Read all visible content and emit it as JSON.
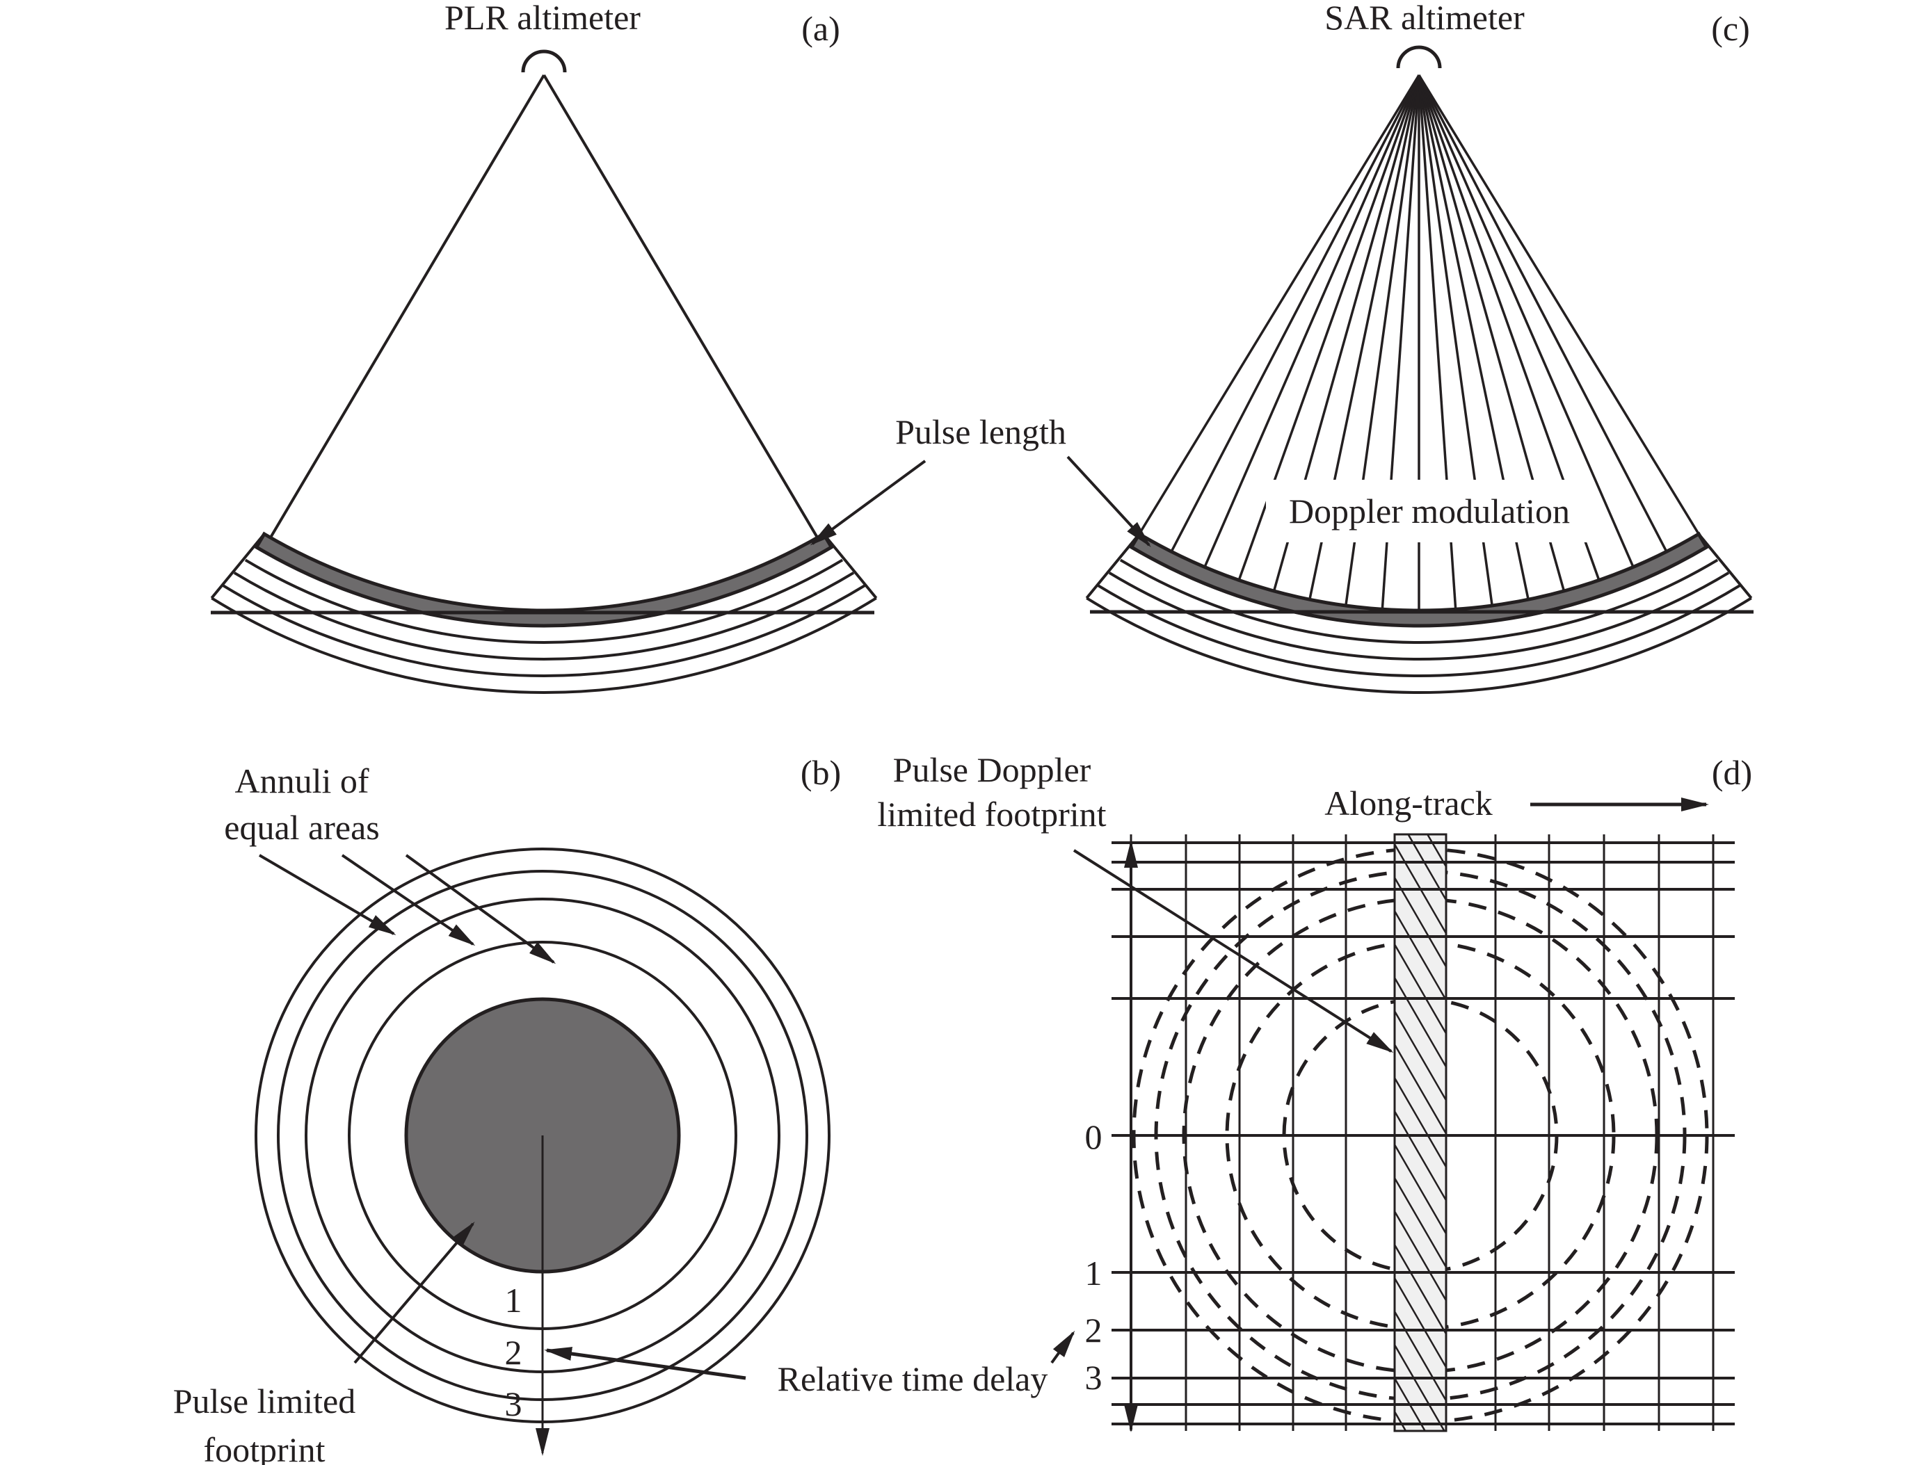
{
  "colors": {
    "ink": "#231f20",
    "gray_fill": "#6d6b6c",
    "hatch_bg": "#f0f0f0",
    "background": "#ffffff"
  },
  "panels": {
    "a": {
      "tag": "(a)",
      "title": "PLR altimeter",
      "annotation": "Pulse length",
      "wavefront_count": 4
    },
    "b": {
      "tag": "(b)",
      "annuli_label_line1": "Annuli of",
      "annuli_label_line2": "equal areas",
      "footprint_label_line1": "Pulse limited",
      "footprint_label_line2": "footprint",
      "ring_numbers": [
        "1",
        "2",
        "3"
      ],
      "delay_label": "Relative time delay"
    },
    "c": {
      "tag": "(c)",
      "title": "SAR altimeter",
      "annotation": "Doppler modulation",
      "doppler_beam_count": 15
    },
    "d": {
      "tag": "(d)",
      "footprint_label_line1": "Pulse Doppler",
      "footprint_label_line2": "limited footprint",
      "direction_label": "Along-track",
      "row_labels": [
        "0",
        "1",
        "2",
        "3"
      ]
    }
  }
}
